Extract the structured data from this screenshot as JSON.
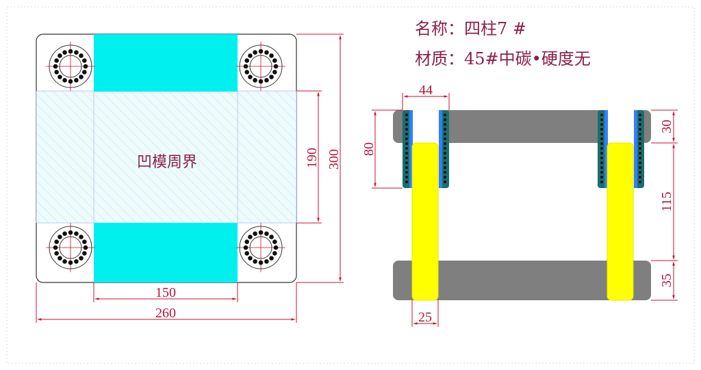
{
  "title": {
    "line1": "名称：四柱7 #",
    "line2": "材质：45#中碳•硬度无"
  },
  "top_view": {
    "center_label": "凹模周界",
    "dims": {
      "width_total": "260",
      "width_inner": "150",
      "height_total": "300",
      "height_inner": "190"
    }
  },
  "side_view": {
    "dims": {
      "guide_outer": "44",
      "bushing_height": "80",
      "upper_plate": "30",
      "gap": "115",
      "lower_plate": "35",
      "pillar": "25"
    }
  },
  "colors": {
    "cyan_block": "#00f0f0",
    "hatch_fill": "#e6f9fb",
    "plate_gray": "#7f7f7f",
    "pillar_yellow": "#ffff00",
    "bushing_teal": "#1b6e6e",
    "bushing_blue": "#2f7fff",
    "dimension_red": "#c8102e",
    "text_purple": "#8a1f4a"
  }
}
